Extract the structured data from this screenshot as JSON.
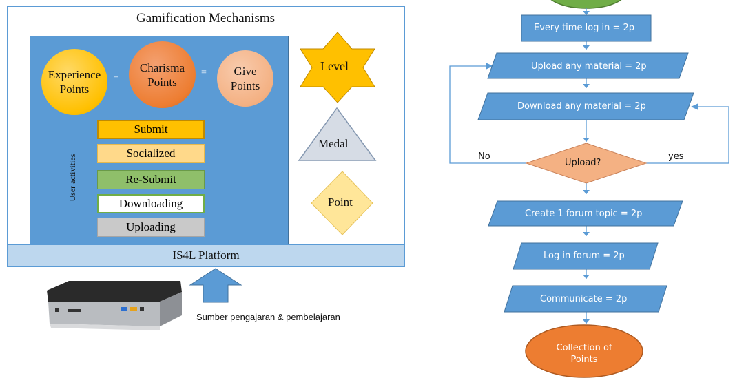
{
  "left": {
    "title": "Gamification Mechanisms",
    "points": {
      "experience": "Experience Points",
      "plus": "+",
      "charisma": "Charisma Points",
      "equals": "=",
      "give": "Give Points"
    },
    "activities_label": "User activities",
    "activities": [
      "Submit",
      "Socialized",
      "Re-Submit",
      "Downloading",
      "Uploading"
    ],
    "badges": {
      "level": "Level",
      "medal": "Medal",
      "point": "Point"
    },
    "platform": "IS4L Platform",
    "source": "Sumber pengajaran & pembelajaran"
  },
  "flow": {
    "step1": "Every time log in = 2p",
    "step2": "Upload any material = 2p",
    "step3": "Download any material = 2p",
    "decision": "Upload?",
    "no": "No",
    "yes": "yes",
    "step4": "Create 1 forum topic = 2p",
    "step5": "Log in forum = 2p",
    "step6": "Communicate = 2p",
    "end": "Collection of Points"
  },
  "colors": {
    "panel_blue": "#5b9bd5",
    "platform_blue": "#bdd7ee",
    "orange": "#ed7d31",
    "gold": "#ffc000",
    "green": "#70ad47",
    "flow_blue": "#5b9bd5",
    "decision": "#f4b183"
  }
}
